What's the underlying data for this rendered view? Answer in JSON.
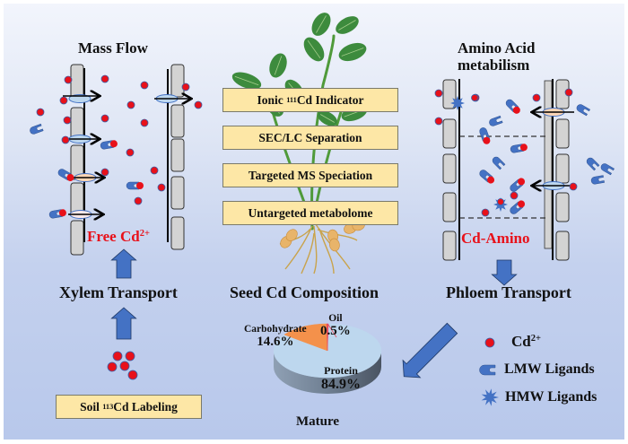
{
  "left_panel": {
    "title": "Mass Flow",
    "free_cd_label": "Free Cd",
    "free_cd_charge": "2+",
    "transport_label": "Xylem Transport",
    "soil_box": {
      "prefix": "Soil ",
      "isotope": "113",
      "suffix": "Cd Labeling"
    }
  },
  "center_panel": {
    "method_boxes": [
      {
        "prefix": "Ionic ",
        "isotope": "111",
        "suffix": "Cd Indicator"
      },
      {
        "prefix": "SEC/LC Separation",
        "isotope": "",
        "suffix": ""
      },
      {
        "prefix": "Targeted  MS Speciation",
        "isotope": "",
        "suffix": ""
      },
      {
        "prefix": "Untargeted metabolome",
        "isotope": "",
        "suffix": ""
      }
    ],
    "composition_title": "Seed Cd Composition",
    "pie_caption": "Mature"
  },
  "right_panel": {
    "title_line1": "Amino Acid",
    "title_line2": "metabilism",
    "cd_amino_label": "Cd-Amino",
    "transport_label": "Phloem Transport"
  },
  "legend": {
    "items": [
      {
        "icon": "cd-ion-icon",
        "label": "Cd",
        "charge": "2+"
      },
      {
        "icon": "lmw-ligand-icon",
        "label": "LMW Ligands",
        "charge": ""
      },
      {
        "icon": "hmw-ligand-icon",
        "label": "HMW Ligands",
        "charge": ""
      }
    ]
  },
  "colors": {
    "cd_ion": "#e8111a",
    "ligand": "#4472c4",
    "arrow": "#4472c4",
    "box_fill": "#fde7a6",
    "cell": "#d3d3d3",
    "protein": "#bdd7ee",
    "carbohydrate": "#f4914b",
    "oil": "#e74c5e",
    "leaf": "#3d8b3d"
  },
  "chart_data": {
    "type": "pie",
    "title": "Seed Cd Composition",
    "caption": "Mature",
    "categories": [
      "Protein",
      "Carbohydrate",
      "Oil"
    ],
    "values": [
      84.9,
      14.6,
      0.5
    ],
    "labels": [
      "84.9%",
      "14.6%",
      "0.5%"
    ],
    "colors": [
      "#bdd7ee",
      "#f4914b",
      "#e74c5e"
    ]
  }
}
